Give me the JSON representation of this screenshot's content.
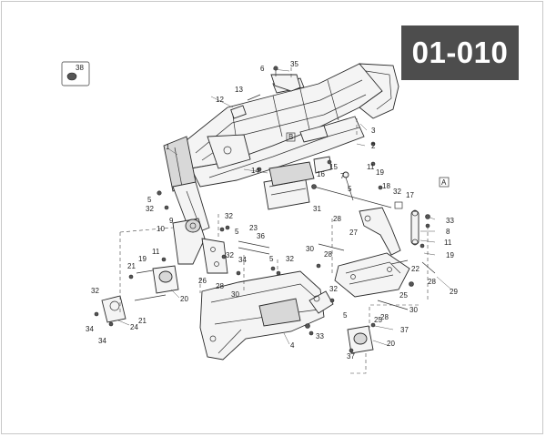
{
  "diagram": {
    "code": "01-010",
    "callouts": [
      {
        "id": "c38",
        "text": "38"
      },
      {
        "id": "c1",
        "text": "1"
      },
      {
        "id": "c2",
        "text": "2"
      },
      {
        "id": "c3",
        "text": "3"
      },
      {
        "id": "c4",
        "text": "4"
      },
      {
        "id": "c5a",
        "text": "5"
      },
      {
        "id": "c5b",
        "text": "5"
      },
      {
        "id": "c5c",
        "text": "5"
      },
      {
        "id": "c5d",
        "text": "5"
      },
      {
        "id": "c5e",
        "text": "5"
      },
      {
        "id": "c6",
        "text": "6"
      },
      {
        "id": "c7",
        "text": "7"
      },
      {
        "id": "c8",
        "text": "8"
      },
      {
        "id": "c9",
        "text": "9"
      },
      {
        "id": "c10",
        "text": "10"
      },
      {
        "id": "c11a",
        "text": "11"
      },
      {
        "id": "c11b",
        "text": "11"
      },
      {
        "id": "c11c",
        "text": "11"
      },
      {
        "id": "c12",
        "text": "12"
      },
      {
        "id": "c13",
        "text": "13"
      },
      {
        "id": "c14",
        "text": "14"
      },
      {
        "id": "c15",
        "text": "15"
      },
      {
        "id": "c16",
        "text": "16"
      },
      {
        "id": "c17",
        "text": "17"
      },
      {
        "id": "c18",
        "text": "18"
      },
      {
        "id": "c19a",
        "text": "19"
      },
      {
        "id": "c19b",
        "text": "19"
      },
      {
        "id": "c19c",
        "text": "19"
      },
      {
        "id": "c20a",
        "text": "20"
      },
      {
        "id": "c20b",
        "text": "20"
      },
      {
        "id": "c21a",
        "text": "21"
      },
      {
        "id": "c21b",
        "text": "21"
      },
      {
        "id": "c22",
        "text": "22"
      },
      {
        "id": "c23",
        "text": "23"
      },
      {
        "id": "c24",
        "text": "24"
      },
      {
        "id": "c25a",
        "text": "25"
      },
      {
        "id": "c25b",
        "text": "25"
      },
      {
        "id": "c26",
        "text": "26"
      },
      {
        "id": "c27",
        "text": "27"
      },
      {
        "id": "c28a",
        "text": "28"
      },
      {
        "id": "c28b",
        "text": "28"
      },
      {
        "id": "c28c",
        "text": "28"
      },
      {
        "id": "c28d",
        "text": "28"
      },
      {
        "id": "c28e",
        "text": "28"
      },
      {
        "id": "c29",
        "text": "29"
      },
      {
        "id": "c30a",
        "text": "30"
      },
      {
        "id": "c30b",
        "text": "30"
      },
      {
        "id": "c30c",
        "text": "30"
      },
      {
        "id": "c31",
        "text": "31"
      },
      {
        "id": "c32a",
        "text": "32"
      },
      {
        "id": "c32b",
        "text": "32"
      },
      {
        "id": "c32c",
        "text": "32"
      },
      {
        "id": "c32d",
        "text": "32"
      },
      {
        "id": "c32e",
        "text": "32"
      },
      {
        "id": "c32f",
        "text": "32"
      },
      {
        "id": "c32g",
        "text": "32"
      },
      {
        "id": "c33a",
        "text": "33"
      },
      {
        "id": "c33b",
        "text": "33"
      },
      {
        "id": "c34a",
        "text": "34"
      },
      {
        "id": "c34b",
        "text": "34"
      },
      {
        "id": "c34c",
        "text": "34"
      },
      {
        "id": "c35",
        "text": "35"
      },
      {
        "id": "c36",
        "text": "36"
      },
      {
        "id": "c37a",
        "text": "37"
      },
      {
        "id": "c37b",
        "text": "37"
      },
      {
        "id": "cA",
        "text": "A"
      },
      {
        "id": "cB",
        "text": "B"
      }
    ]
  }
}
